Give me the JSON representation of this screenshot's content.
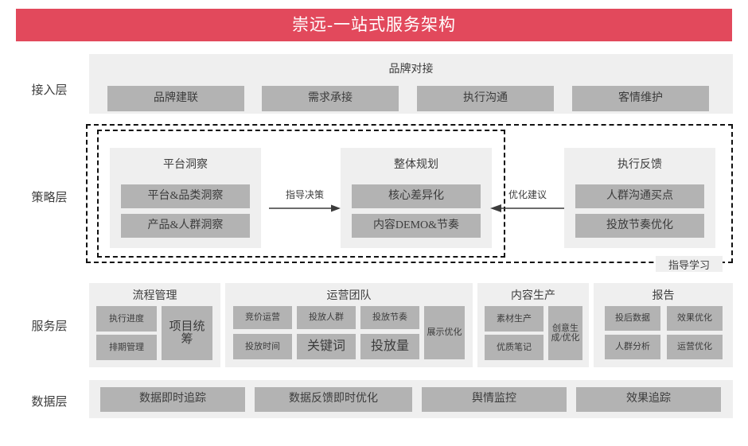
{
  "header": {
    "title": "崇远-一站式服务架构",
    "accent_color": "#e2495c"
  },
  "colors": {
    "panel_bg": "#efefef",
    "box_bg": "#b3b3b3",
    "text": "#3c3c3c",
    "dash_border": "#111111"
  },
  "layers": [
    {
      "id": "access",
      "label": "接入层"
    },
    {
      "id": "strategy",
      "label": "策略层"
    },
    {
      "id": "service",
      "label": "服务层"
    },
    {
      "id": "data",
      "label": "数据层"
    }
  ],
  "access_layer": {
    "group_title": "品牌对接",
    "items": [
      "品牌建联",
      "需求承接",
      "执行沟通",
      "客情维护"
    ]
  },
  "strategy_layer": {
    "groups": [
      {
        "title": "平台洞察",
        "items": [
          "平台&品类洞察",
          "产品&人群洞察"
        ]
      },
      {
        "title": "整体规划",
        "items": [
          "核心差异化",
          "内容DEMO&节奏"
        ]
      },
      {
        "title": "执行反馈",
        "items": [
          "人群沟通买点",
          "投放节奏优化"
        ]
      }
    ],
    "arrows": [
      {
        "label": "指导决策",
        "direction": "right"
      },
      {
        "label": "优化建议",
        "direction": "left"
      }
    ],
    "footer_label": "指导学习"
  },
  "service_layer": {
    "groups": [
      {
        "title": "流程管理",
        "small_items": [
          "执行进度",
          "排期管理"
        ],
        "tall_item": "项目统筹"
      },
      {
        "title": "运营团队",
        "small_items": [
          "竞价运营",
          "投放人群",
          "投放节奏",
          "投放时间",
          "关键词",
          "投放量"
        ],
        "tall_item": "展示优化"
      },
      {
        "title": "内容生产",
        "small_items": [
          "素材生产",
          "优质笔记"
        ],
        "tall_item": "创意生成/优化"
      },
      {
        "title": "报告",
        "small_items": [
          "投后数据",
          "效果优化",
          "人群分析",
          "运营优化"
        ],
        "tall_item": ""
      }
    ]
  },
  "data_layer": {
    "items": [
      "数据即时追踪",
      "数据反馈即时优化",
      "舆情监控",
      "效果追踪"
    ]
  }
}
